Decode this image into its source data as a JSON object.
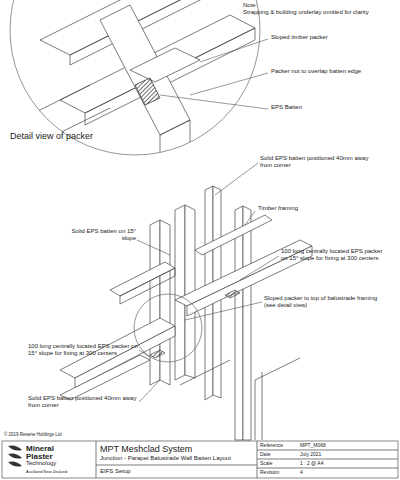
{
  "diagram": {
    "title": "MPT Meshclad System",
    "labels": [
      "Note:",
      "Strapping & building underlay omitted for clarity",
      "Sloped timber packer",
      "Packer not to overlap batten edge",
      "EPS Batten",
      "Detail view of packer",
      "Solid EPS batten positioned 40mm away from corner",
      "Timber framing",
      "Solid EPS batten on 15° slope",
      "100 long centrally located EPS packer on 15° slope for fixing at 300 centers",
      "Sloped packer to top of balustrade framing (see detail view)",
      "100 long centrally located EPS packer on 15° slope for fixing at 300 centers",
      "Solid EPS batten positioned 40mm away from corner",
      "© 2019 Resene Holdings Ltd",
      "Mineral",
      "Plaster",
      "Technology",
      "Auckland New Zealand",
      "Junction - Parapet Balustrade Wall Batten Layout",
      "EIFS Setup",
      "Reference",
      "MPT_M068",
      "Date",
      "July 2021",
      "Scale",
      "1 : 2 @ A4",
      "Revision",
      "4"
    ]
  }
}
